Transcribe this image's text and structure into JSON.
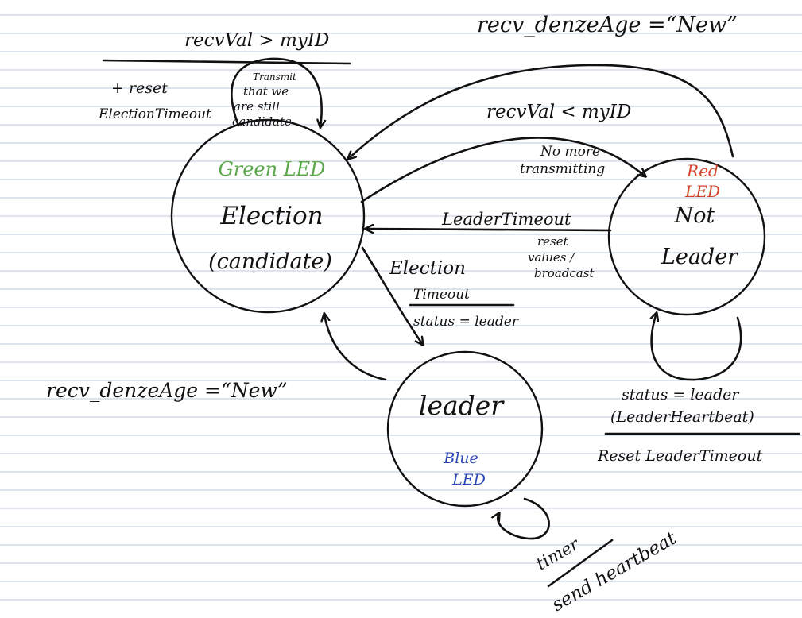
{
  "colors": {
    "ink": "#111111",
    "ruling": "#c9d3e2",
    "green_led": "#5aa84a",
    "red_led": "#d2452a",
    "blue_led": "#2a47b8"
  },
  "states": {
    "election": {
      "led": "Green LED",
      "name": "Election",
      "subtitle": "(candidate)"
    },
    "not_leader": {
      "led_line1": "Red",
      "led_line2": "LED",
      "name_line1": "Not",
      "name_line2": "Leader"
    },
    "leader": {
      "name": "leader",
      "led_line1": "Blue",
      "led_line2": "LED"
    }
  },
  "transitions": {
    "election_self": {
      "condition": "recvVal > myID",
      "action_reset_line1": "+ reset",
      "action_reset_line2": "ElectionTimeout",
      "action_transmit_line1": "Transmit",
      "action_transmit_line2": "that we",
      "action_transmit_line3": "are still",
      "action_transmit_line4": "candidate"
    },
    "notleader_to_election_top": {
      "condition": "recv_denzeAge =“New”"
    },
    "election_to_notleader": {
      "condition": "recvVal < myID",
      "action_line1": "No more",
      "action_line2": "transmitting"
    },
    "notleader_to_election_timeout": {
      "condition": "LeaderTimeout",
      "action_line1": "reset",
      "action_line2": "values /",
      "action_line3": "broadcast"
    },
    "election_to_leader": {
      "condition_line1": "Election",
      "condition_line2": "Timeout",
      "action": "status = leader"
    },
    "leader_to_election": {
      "condition": "recv_denzeAge =“New”"
    },
    "notleader_self": {
      "condition_line1": "status = leader",
      "condition_line2": "(LeaderHeartbeat)",
      "action": "Reset LeaderTimeout"
    },
    "leader_self": {
      "condition": "timer",
      "action": "send heartbeat"
    }
  }
}
